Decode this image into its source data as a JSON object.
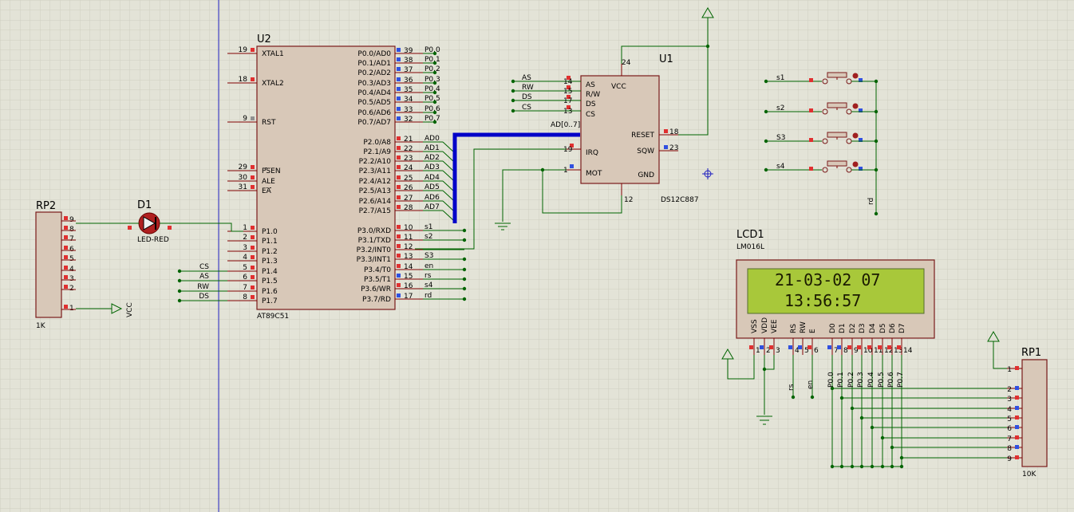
{
  "colors": {
    "background": "#e3e3d7",
    "grid": "#cfcfc2",
    "wire": "#006400",
    "bus": "#0000c8",
    "pin": "#800000",
    "body": "#d8c8b8",
    "lcd_screen": "#a8c83a"
  },
  "u2": {
    "ref": "U2",
    "part": "AT89C51",
    "left_pins": [
      {
        "num": "19",
        "name": "XTAL1"
      },
      {
        "num": "18",
        "name": "XTAL2"
      },
      {
        "num": "9",
        "name": "RST"
      },
      {
        "num": "29",
        "name": "PSEN"
      },
      {
        "num": "30",
        "name": "ALE"
      },
      {
        "num": "31",
        "name": "EA"
      },
      {
        "num": "1",
        "name": "P1.0"
      },
      {
        "num": "2",
        "name": "P1.1"
      },
      {
        "num": "3",
        "name": "P1.2"
      },
      {
        "num": "4",
        "name": "P1.3"
      },
      {
        "num": "5",
        "name": "P1.4"
      },
      {
        "num": "6",
        "name": "P1.5"
      },
      {
        "num": "7",
        "name": "P1.6"
      },
      {
        "num": "8",
        "name": "P1.7"
      }
    ],
    "right_pins": [
      {
        "num": "39",
        "name": "P0.0/AD0",
        "net": "P0.0"
      },
      {
        "num": "38",
        "name": "P0.1/AD1",
        "net": "P0.1"
      },
      {
        "num": "37",
        "name": "P0.2/AD2",
        "net": "P0.2"
      },
      {
        "num": "36",
        "name": "P0.3/AD3",
        "net": "P0.3"
      },
      {
        "num": "35",
        "name": "P0.4/AD4",
        "net": "P0.4"
      },
      {
        "num": "34",
        "name": "P0.5/AD5",
        "net": "P0.5"
      },
      {
        "num": "33",
        "name": "P0.6/AD6",
        "net": "P0.6"
      },
      {
        "num": "32",
        "name": "P0.7/AD7",
        "net": "P0.7"
      },
      {
        "num": "21",
        "name": "P2.0/A8",
        "net": "AD0"
      },
      {
        "num": "22",
        "name": "P2.1/A9",
        "net": "AD1"
      },
      {
        "num": "23",
        "name": "P2.2/A10",
        "net": "AD2"
      },
      {
        "num": "24",
        "name": "P2.3/A11",
        "net": "AD3"
      },
      {
        "num": "25",
        "name": "P2.4/A12",
        "net": "AD4"
      },
      {
        "num": "26",
        "name": "P2.5/A13",
        "net": "AD5"
      },
      {
        "num": "27",
        "name": "P2.6/A14",
        "net": "AD6"
      },
      {
        "num": "28",
        "name": "P2.7/A15",
        "net": "AD7"
      },
      {
        "num": "10",
        "name": "P3.0/RXD",
        "net": "s1"
      },
      {
        "num": "11",
        "name": "P3.1/TXD",
        "net": "s2"
      },
      {
        "num": "12",
        "name": "P3.2/INT0",
        "net": ""
      },
      {
        "num": "13",
        "name": "P3.3/INT1",
        "net": "S3"
      },
      {
        "num": "14",
        "name": "P3.4/T0",
        "net": "en"
      },
      {
        "num": "15",
        "name": "P3.5/T1",
        "net": "rs"
      },
      {
        "num": "16",
        "name": "P3.6/WR",
        "net": "s4"
      },
      {
        "num": "17",
        "name": "P3.7/RD",
        "net": "rd"
      }
    ],
    "p1_nets": [
      "CS",
      "AS",
      "RW",
      "DS"
    ]
  },
  "u1": {
    "ref": "U1",
    "part": "DS12C887",
    "left_pins": [
      {
        "num": "14",
        "name": "AS",
        "net": "AS"
      },
      {
        "num": "15",
        "name": "R/W",
        "net": "RW"
      },
      {
        "num": "17",
        "name": "DS",
        "net": "DS"
      },
      {
        "num": "13",
        "name": "CS",
        "net": "CS"
      },
      {
        "num": "",
        "name": "AD[0..7]",
        "net": "AD[0..7]"
      },
      {
        "num": "19",
        "name": "IRQ",
        "net": ""
      },
      {
        "num": "1",
        "name": "MOT",
        "net": ""
      }
    ],
    "right_pins": [
      {
        "num": "18",
        "name": "RESET"
      },
      {
        "num": "23",
        "name": "SQW"
      },
      {
        "num": "",
        "name": "GND"
      }
    ],
    "top_pin": {
      "num": "24",
      "name": "VCC"
    },
    "bottom_pin": {
      "num": "12"
    }
  },
  "rp2": {
    "ref": "RP2",
    "value": "1K",
    "pins": [
      "9",
      "8",
      "7",
      "6",
      "5",
      "4",
      "3",
      "2",
      "1"
    ],
    "vcc": "VCC"
  },
  "d1": {
    "ref": "D1",
    "part": "LED-RED"
  },
  "switches": [
    {
      "label": "s1"
    },
    {
      "label": "s2"
    },
    {
      "label": "S3"
    },
    {
      "label": "s4"
    }
  ],
  "rd_label": "rd",
  "lcd": {
    "ref": "LCD1",
    "part": "LM016L",
    "line1": "21-03-02 07",
    "line2": "13:56:57",
    "pins": [
      {
        "num": "1",
        "name": "VSS"
      },
      {
        "num": "2",
        "name": "VDD"
      },
      {
        "num": "3",
        "name": "VEE"
      },
      {
        "num": "4",
        "name": "RS"
      },
      {
        "num": "5",
        "name": "RW"
      },
      {
        "num": "6",
        "name": "E"
      },
      {
        "num": "7",
        "name": "D0"
      },
      {
        "num": "8",
        "name": "D1"
      },
      {
        "num": "9",
        "name": "D2"
      },
      {
        "num": "10",
        "name": "D3"
      },
      {
        "num": "11",
        "name": "D4"
      },
      {
        "num": "12",
        "name": "D5"
      },
      {
        "num": "13",
        "name": "D6"
      },
      {
        "num": "14",
        "name": "D7"
      }
    ],
    "nets": [
      "rs",
      "en",
      "P0.0",
      "P0.1",
      "P0.2",
      "P0.3",
      "P0.4",
      "P0.5",
      "P0.6",
      "P0.7"
    ]
  },
  "rp1": {
    "ref": "RP1",
    "value": "10K",
    "pins": [
      "1",
      "2",
      "3",
      "4",
      "5",
      "6",
      "7",
      "8",
      "9"
    ]
  }
}
